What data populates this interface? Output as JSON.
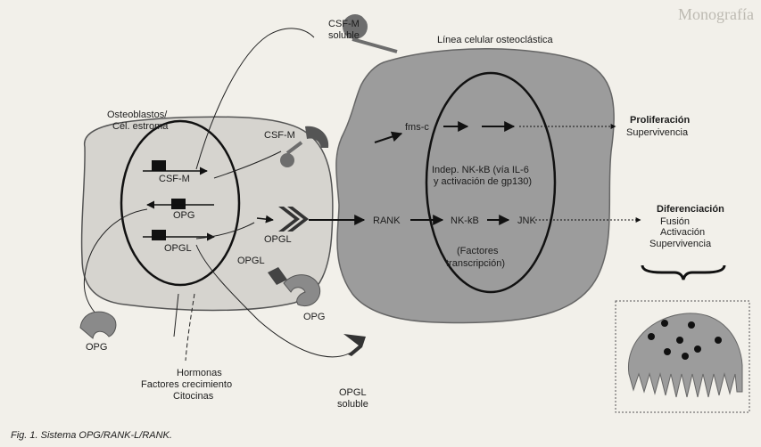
{
  "labels": {
    "csfm_soluble_1": "CSF-M",
    "csfm_soluble_2": "soluble",
    "linea_celular": "Línea celular osteoclástica",
    "osteoblastos_1": "Osteoblastos/",
    "osteoblastos_2": "Cél. estroma",
    "csfm_membrane": "CSF-M",
    "fms_c": "fms-c",
    "proliferacion": "Proliferación",
    "supervivencia_1": "Supervivencia",
    "csfm_gene": "CSF-M",
    "indep_1": "Indep. NK-kB (vía IL-6",
    "indep_2": "y activación de gp130)",
    "opg_gene": "OPG",
    "rank": "RANK",
    "nkkb": "NK-kB",
    "jnk": "JNK",
    "diferenciacion": "Diferenciación",
    "fusion": "Fusión",
    "activacion": "Activación",
    "supervivencia_2": "Supervivencia",
    "opgl_gene": "OPGL",
    "opgl_mid": "OPGL",
    "opgl_left": "OPGL",
    "factores_1": "(Factores",
    "factores_2": "transcripción)",
    "opg_bound": "OPG",
    "opg_free": "OPG",
    "hormonas": "Hormonas",
    "factores_crecimiento": "Factores crecimiento",
    "citocinas": "Citocinas",
    "opgl_soluble_1": "OPGL",
    "opgl_soluble_2": "soluble"
  },
  "header_word": "Monografía",
  "caption": "Fig. 1. Sistema OPG/RANK-L/RANK.",
  "colors": {
    "cell_fill": "#9c9c9c",
    "osteoblast_fill": "#d6d4cf",
    "ligand_fill": "#6d6d6d",
    "line": "#111111"
  }
}
